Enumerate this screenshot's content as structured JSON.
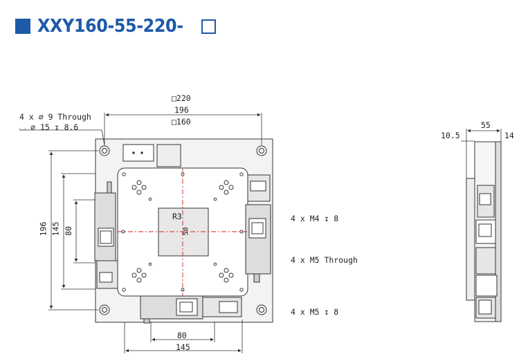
{
  "title": "XXY160-55-220-",
  "dims": {
    "plate_size": "□220",
    "hole_span": "196",
    "table_size": "□160",
    "corner_holes_line1": "4 x ∅ 9 Through",
    "corner_holes_line2": "⌴ ∅ 15 ↧ 8.6",
    "left_196": "196",
    "left_145": "145",
    "left_80": "80",
    "bottom_80": "80",
    "bottom_145": "145",
    "center_r": "R3",
    "center_50": "50",
    "side_55": "55",
    "side_14": "14",
    "side_10_5": "10.5"
  },
  "callouts": [
    "4 x  M4 ↧ 8",
    "4 x  M5 Through",
    "4 x  M5 ↧ 8"
  ]
}
